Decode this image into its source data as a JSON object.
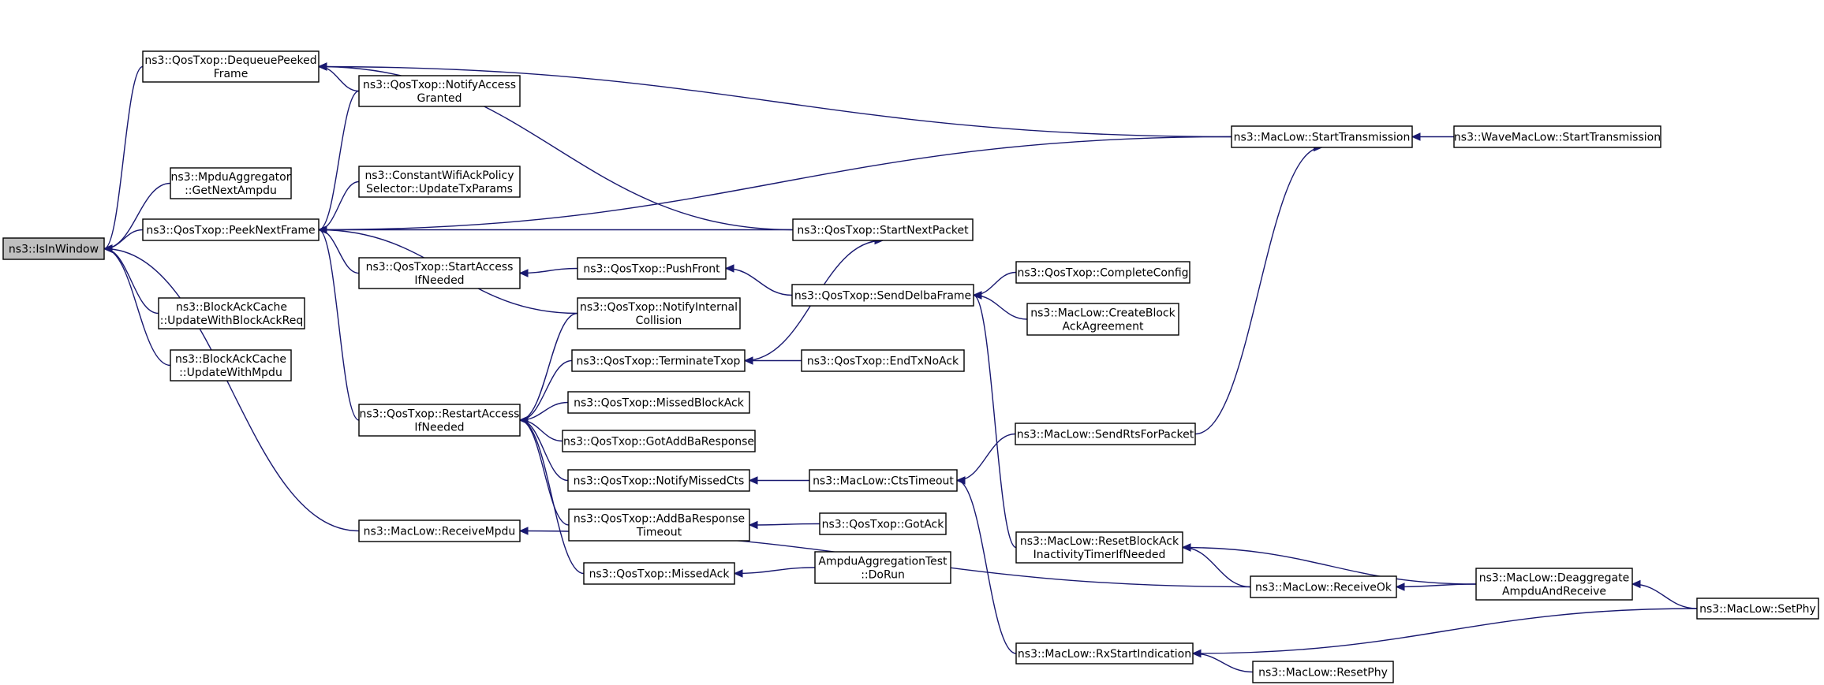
{
  "nodes": [
    {
      "id": "isinwindow",
      "lines": [
        "ns3::IsInWindow"
      ],
      "highlight": true
    },
    {
      "id": "dequeue",
      "lines": [
        "ns3::QosTxop::DequeuePeeked",
        "Frame"
      ]
    },
    {
      "id": "mpdugetnext",
      "lines": [
        "ns3::MpduAggregator",
        "::GetNextAmpdu"
      ]
    },
    {
      "id": "peeknext",
      "lines": [
        "ns3::QosTxop::PeekNextFrame"
      ]
    },
    {
      "id": "bacupdreq",
      "lines": [
        "ns3::BlockAckCache",
        "::UpdateWithBlockAckReq"
      ]
    },
    {
      "id": "bacupdmpdu",
      "lines": [
        "ns3::BlockAckCache",
        "::UpdateWithMpdu"
      ]
    },
    {
      "id": "notifyaccess",
      "lines": [
        "ns3::QosTxop::NotifyAccess",
        "Granted"
      ]
    },
    {
      "id": "constwifi",
      "lines": [
        "ns3::ConstantWifiAckPolicy",
        "Selector::UpdateTxParams"
      ]
    },
    {
      "id": "startaccess",
      "lines": [
        "ns3::QosTxop::StartAccess",
        "IfNeeded"
      ]
    },
    {
      "id": "notifyinternal",
      "lines": [
        "ns3::QosTxop::NotifyInternal",
        "Collision"
      ]
    },
    {
      "id": "restartaccess",
      "lines": [
        "ns3::QosTxop::RestartAccess",
        "IfNeeded"
      ]
    },
    {
      "id": "receivempdu",
      "lines": [
        "ns3::MacLow::ReceiveMpdu"
      ]
    },
    {
      "id": "pushfront",
      "lines": [
        "ns3::QosTxop::PushFront"
      ]
    },
    {
      "id": "terminatetxop",
      "lines": [
        "ns3::QosTxop::TerminateTxop"
      ]
    },
    {
      "id": "missedblockack",
      "lines": [
        "ns3::QosTxop::MissedBlockAck"
      ]
    },
    {
      "id": "gotaddba",
      "lines": [
        "ns3::QosTxop::GotAddBaResponse"
      ]
    },
    {
      "id": "notifymissedcts",
      "lines": [
        "ns3::QosTxop::NotifyMissedCts"
      ]
    },
    {
      "id": "addbatimeout",
      "lines": [
        "ns3::QosTxop::AddBaResponse",
        "Timeout"
      ]
    },
    {
      "id": "missedack",
      "lines": [
        "ns3::QosTxop::MissedAck"
      ]
    },
    {
      "id": "startnextpacket",
      "lines": [
        "ns3::QosTxop::StartNextPacket"
      ]
    },
    {
      "id": "senddelba",
      "lines": [
        "ns3::QosTxop::SendDelbaFrame"
      ]
    },
    {
      "id": "endtxnoack",
      "lines": [
        "ns3::QosTxop::EndTxNoAck"
      ]
    },
    {
      "id": "ctstimeout",
      "lines": [
        "ns3::MacLow::CtsTimeout"
      ]
    },
    {
      "id": "gotack",
      "lines": [
        "ns3::QosTxop::GotAck"
      ]
    },
    {
      "id": "ampdutest",
      "lines": [
        "AmpduAggregationTest",
        "::DoRun"
      ]
    },
    {
      "id": "completeconfig",
      "lines": [
        "ns3::QosTxop::CompleteConfig"
      ]
    },
    {
      "id": "createblock",
      "lines": [
        "ns3::MacLow::CreateBlock",
        "AckAgreement"
      ]
    },
    {
      "id": "sendrts",
      "lines": [
        "ns3::MacLow::SendRtsForPacket"
      ]
    },
    {
      "id": "resetblockack",
      "lines": [
        "ns3::MacLow::ResetBlockAck",
        "InactivityTimerIfNeeded"
      ]
    },
    {
      "id": "rxstart",
      "lines": [
        "ns3::MacLow::RxStartIndication"
      ]
    },
    {
      "id": "mlstarttx",
      "lines": [
        "ns3::MacLow::StartTransmission"
      ]
    },
    {
      "id": "receiveok",
      "lines": [
        "ns3::MacLow::ReceiveOk"
      ]
    },
    {
      "id": "resetphy",
      "lines": [
        "ns3::MacLow::ResetPhy"
      ]
    },
    {
      "id": "wavestarttx",
      "lines": [
        "ns3::WaveMacLow::StartTransmission"
      ]
    },
    {
      "id": "deaggregate",
      "lines": [
        "ns3::MacLow::Deaggregate",
        "AmpduAndReceive"
      ]
    },
    {
      "id": "setphy",
      "lines": [
        "ns3::MacLow::SetPhy"
      ]
    }
  ],
  "edges": [
    [
      "dequeue",
      "isinwindow"
    ],
    [
      "mpdugetnext",
      "isinwindow"
    ],
    [
      "peeknext",
      "isinwindow"
    ],
    [
      "bacupdreq",
      "isinwindow"
    ],
    [
      "bacupdmpdu",
      "isinwindow"
    ],
    [
      "receivempdu",
      "isinwindow"
    ],
    [
      "notifyaccess",
      "dequeue"
    ],
    [
      "startnextpacket",
      "dequeue"
    ],
    [
      "mlstarttx",
      "dequeue"
    ],
    [
      "notifyaccess",
      "peeknext"
    ],
    [
      "constwifi",
      "peeknext"
    ],
    [
      "startaccess",
      "peeknext"
    ],
    [
      "notifyinternal",
      "peeknext"
    ],
    [
      "restartaccess",
      "peeknext"
    ],
    [
      "startnextpacket",
      "peeknext"
    ],
    [
      "mlstarttx",
      "peeknext"
    ],
    [
      "pushfront",
      "startaccess"
    ],
    [
      "notifyinternal",
      "restartaccess"
    ],
    [
      "terminatetxop",
      "restartaccess"
    ],
    [
      "missedblockack",
      "restartaccess"
    ],
    [
      "gotaddba",
      "restartaccess"
    ],
    [
      "notifymissedcts",
      "restartaccess"
    ],
    [
      "addbatimeout",
      "restartaccess"
    ],
    [
      "missedack",
      "restartaccess"
    ],
    [
      "receiveok",
      "receivempdu"
    ],
    [
      "senddelba",
      "pushfront"
    ],
    [
      "terminatetxop",
      "startnextpacket"
    ],
    [
      "endtxnoack",
      "terminatetxop"
    ],
    [
      "ctstimeout",
      "notifymissedcts"
    ],
    [
      "gotack",
      "addbatimeout"
    ],
    [
      "ampdutest",
      "missedack"
    ],
    [
      "completeconfig",
      "senddelba"
    ],
    [
      "createblock",
      "senddelba"
    ],
    [
      "resetblockack",
      "senddelba"
    ],
    [
      "sendrts",
      "ctstimeout"
    ],
    [
      "rxstart",
      "ctstimeout"
    ],
    [
      "sendrts",
      "mlstarttx"
    ],
    [
      "wavestarttx",
      "mlstarttx"
    ],
    [
      "receiveok",
      "resetblockack"
    ],
    [
      "deaggregate",
      "resetblockack"
    ],
    [
      "deaggregate",
      "receiveok"
    ],
    [
      "setphy",
      "deaggregate"
    ],
    [
      "resetphy",
      "rxstart"
    ],
    [
      "setphy",
      "rxstart"
    ]
  ]
}
